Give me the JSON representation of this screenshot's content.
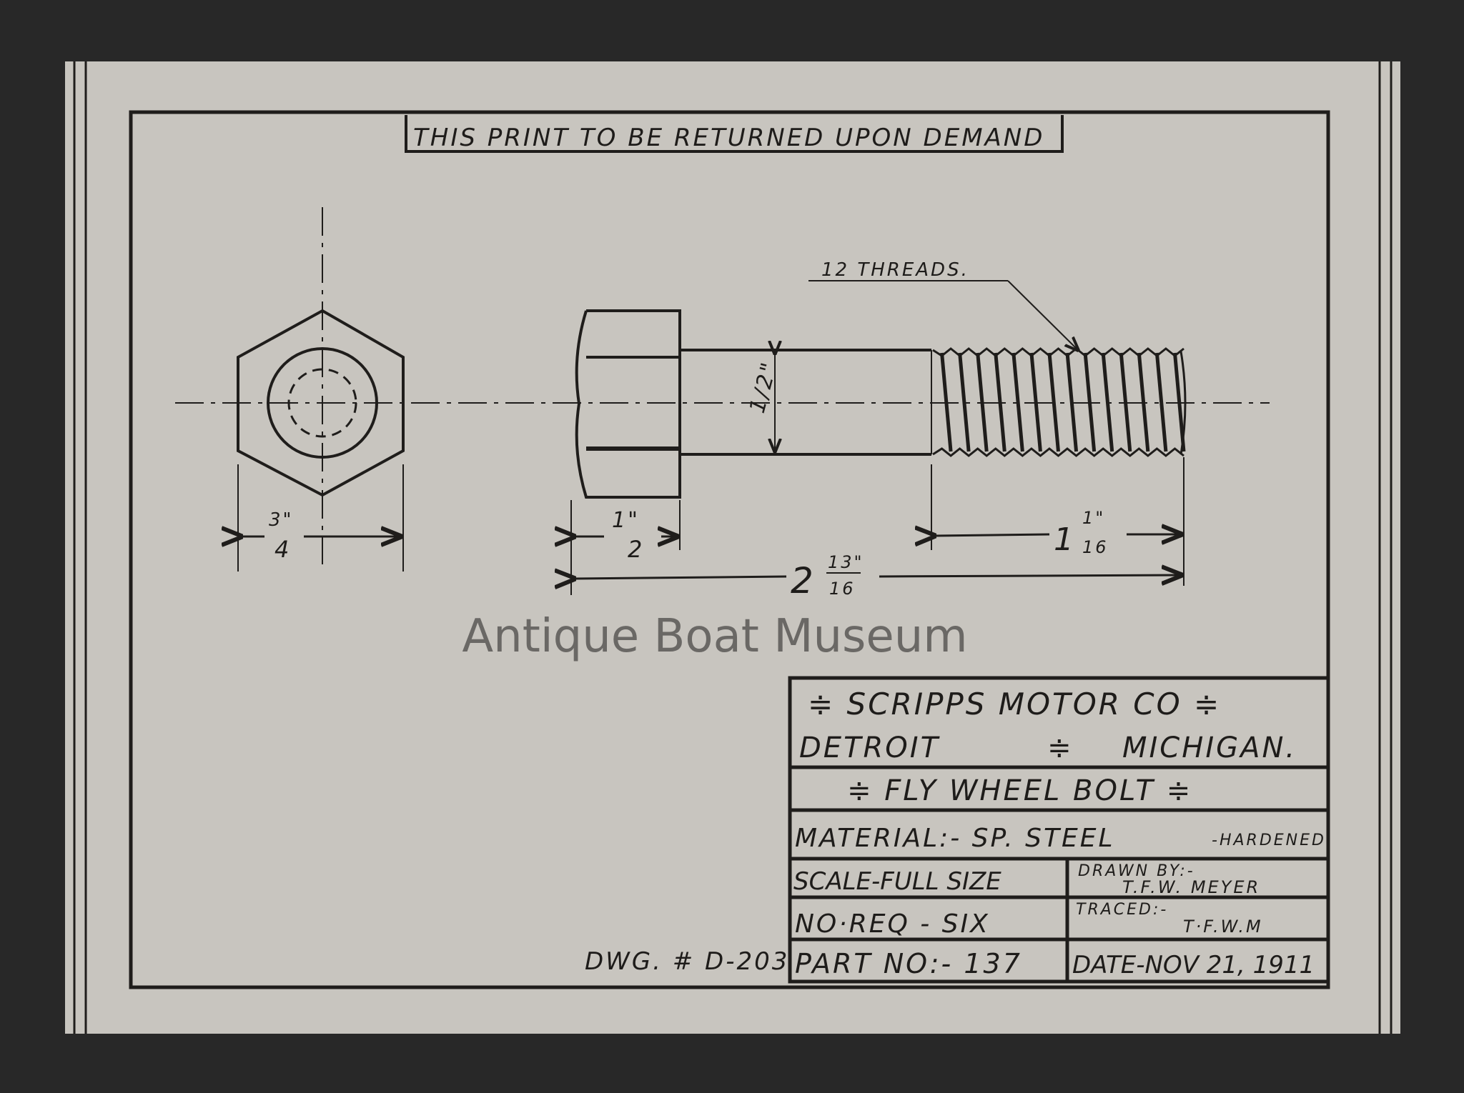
{
  "header_notice": "THIS PRINT TO BE RETURNED UPON DEMAND",
  "thread_note": "12 THREADS.",
  "dimensions": {
    "hex_across_flats": {
      "num": "3",
      "den": "4",
      "unit": "\""
    },
    "head_height": {
      "num": "1",
      "den": "2",
      "unit": "\""
    },
    "shank_diameter": {
      "num": "1",
      "den": "2",
      "unit": "\""
    },
    "thread_length": {
      "whole": "1",
      "num": "1",
      "den": "16",
      "unit": "\""
    },
    "overall_length": {
      "whole": "2",
      "num": "13",
      "den": "16",
      "unit": "\""
    }
  },
  "title_block": {
    "company": "≑ SCRIPPS MOTOR CO ≑",
    "city": "DETROIT",
    "separator": "≑",
    "state": "MICHIGAN.",
    "part_name": "≑ FLY WHEEL BOLT ≑",
    "material": "MATERIAL:- SP. STEEL",
    "material_note": "-HARDENED",
    "scale": "SCALE-FULL SIZE",
    "drawn_by_label": "DRAWN BY:-",
    "drawn_by": "T.F.W. MEYER",
    "no_req": "NO·REQ - SIX",
    "traced_label": "TRACED:-",
    "traced_by": "T·F.W.M",
    "part_no": "PART NO:- 137",
    "date": "DATE-NOV 21, 1911"
  },
  "drawing_number": "DWG. # D-203",
  "watermark": "Antique Boat Museum",
  "colors": {
    "paper": "#c8c5bf",
    "ink": "#1f1d1b",
    "mount": "#282828"
  }
}
